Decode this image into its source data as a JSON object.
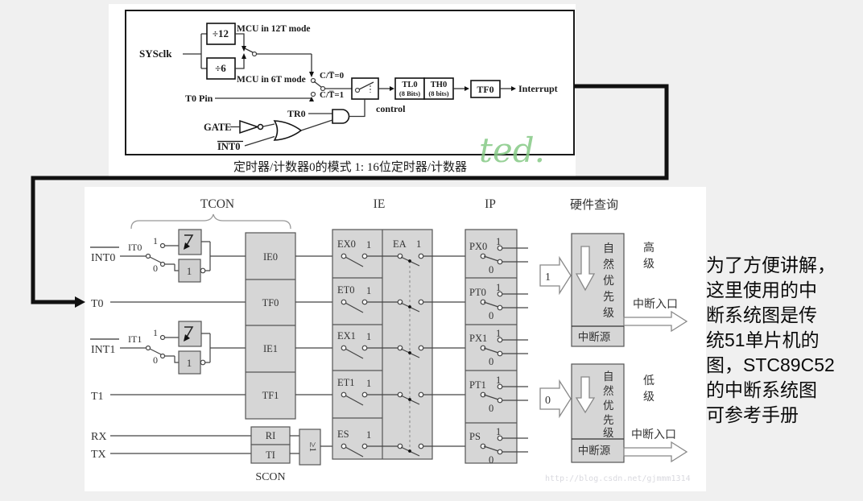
{
  "timer_diagram": {
    "caption": "定时器/计数器0的模式 1: 16位定时器/计数器",
    "green_watermark": "ted.",
    "sysclk": "SYSclk",
    "div12": "÷12",
    "div6": "÷6",
    "mcu_12t": "MCU in 12T mode",
    "mcu_6t": "MCU in 6T mode",
    "t0_pin": "T0 Pin",
    "ct0": "C/T̅=0",
    "ct1": "C/T̅=1",
    "control": "control",
    "tl0": "TL0",
    "tl0_bits": "(8 Bits)",
    "th0": "TH0",
    "th0_bits": "(8 bits)",
    "tf0": "TF0",
    "interrupt": "Interrupt",
    "tr0": "TR0",
    "gate": "GATE",
    "int0": "INT0"
  },
  "interrupt_diagram": {
    "header_tcon": "TCON",
    "header_ie": "IE",
    "header_ip": "IP",
    "header_hw": "硬件查询",
    "in_int0": "INT0",
    "in_t0": "T0",
    "in_int1": "INT1",
    "in_t1": "T1",
    "in_rx": "RX",
    "in_tx": "TX",
    "it0": "IT0",
    "it1": "IT1",
    "pos_one": "1",
    "pos_zero": "0",
    "level_box": "1",
    "tcon_ie0": "IE0",
    "tcon_tf0": "TF0",
    "tcon_ie1": "IE1",
    "tcon_tf1": "TF1",
    "scon_ri": "RI",
    "scon_ti": "TI",
    "scon_label": "SCON",
    "or_gate": "≥1",
    "ea_name": "EA",
    "ea_one": "1",
    "ie_bits": [
      {
        "name": "EX0",
        "one": "1"
      },
      {
        "name": "ET0",
        "one": "1"
      },
      {
        "name": "EX1",
        "one": "1"
      },
      {
        "name": "ET1",
        "one": "1"
      },
      {
        "name": "ES",
        "one": "1"
      }
    ],
    "ip_bits": [
      {
        "name": "PX0",
        "one": "1",
        "zero": "0"
      },
      {
        "name": "PT0",
        "one": "1",
        "zero": "0"
      },
      {
        "name": "PX1",
        "one": "1",
        "zero": "0"
      },
      {
        "name": "PT1",
        "one": "1",
        "zero": "0"
      },
      {
        "name": "PS",
        "one": "1",
        "zero": "0"
      }
    ],
    "priority_high": {
      "input": "1",
      "body": "自然优先级",
      "source": "中断源",
      "level": "高级",
      "entry": "中断入口"
    },
    "priority_low": {
      "input": "0",
      "body": "自然优先级",
      "source": "中断源",
      "level": "低级",
      "entry": "中断入口"
    },
    "url_watermark": "http://blog.csdn.net/gjmmm1314"
  },
  "side_note": {
    "lines": [
      "为了方便讲解，",
      "这里使用的中",
      "断系统图是传",
      "统51单片机的",
      "图，STC89C52",
      "的中断系统图",
      "可参考手册"
    ]
  }
}
